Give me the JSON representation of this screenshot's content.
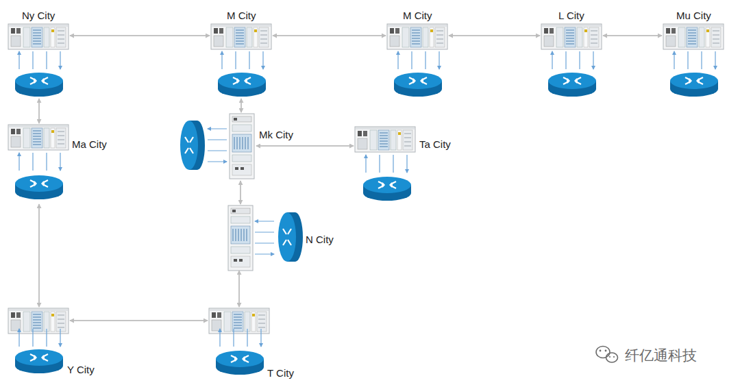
{
  "diagram": {
    "nodes": [
      {
        "text": [
          "Ny City"
        ]
      },
      {
        "text": [
          "M City"
        ]
      },
      {
        "text": [
          "M City"
        ]
      },
      {
        "text": [
          "L City"
        ]
      },
      {
        "text": [
          "Mu City"
        ]
      },
      {
        "text": [
          "Ma City"
        ]
      },
      {
        "text": [
          "Mk City"
        ]
      },
      {
        "text": [
          "Ta City"
        ]
      },
      {
        "text": [
          "N City"
        ]
      },
      {
        "text": [
          "Y City"
        ]
      },
      {
        "text": [
          "T City"
        ]
      }
    ],
    "edges": [
      {
        "from": 0,
        "to": 1,
        "arrow": "both"
      },
      {
        "from": 1,
        "to": 2,
        "arrow": "both"
      },
      {
        "from": 2,
        "to": 3,
        "arrow": "both"
      },
      {
        "from": 3,
        "to": 4,
        "arrow": "both"
      },
      {
        "from": 0,
        "to": 5,
        "arrow": "both"
      },
      {
        "from": 1,
        "to": 6,
        "arrow": "both"
      },
      {
        "from": 6,
        "to": 7,
        "arrow": "both"
      },
      {
        "from": 6,
        "to": 8,
        "arrow": "both"
      },
      {
        "from": 5,
        "to": 9,
        "arrow": "both"
      },
      {
        "from": 8,
        "to": 10,
        "arrow": "both"
      },
      {
        "from": 9,
        "to": 10,
        "arrow": "both"
      }
    ],
    "labels": [
      "纤亿通科技"
    ]
  }
}
